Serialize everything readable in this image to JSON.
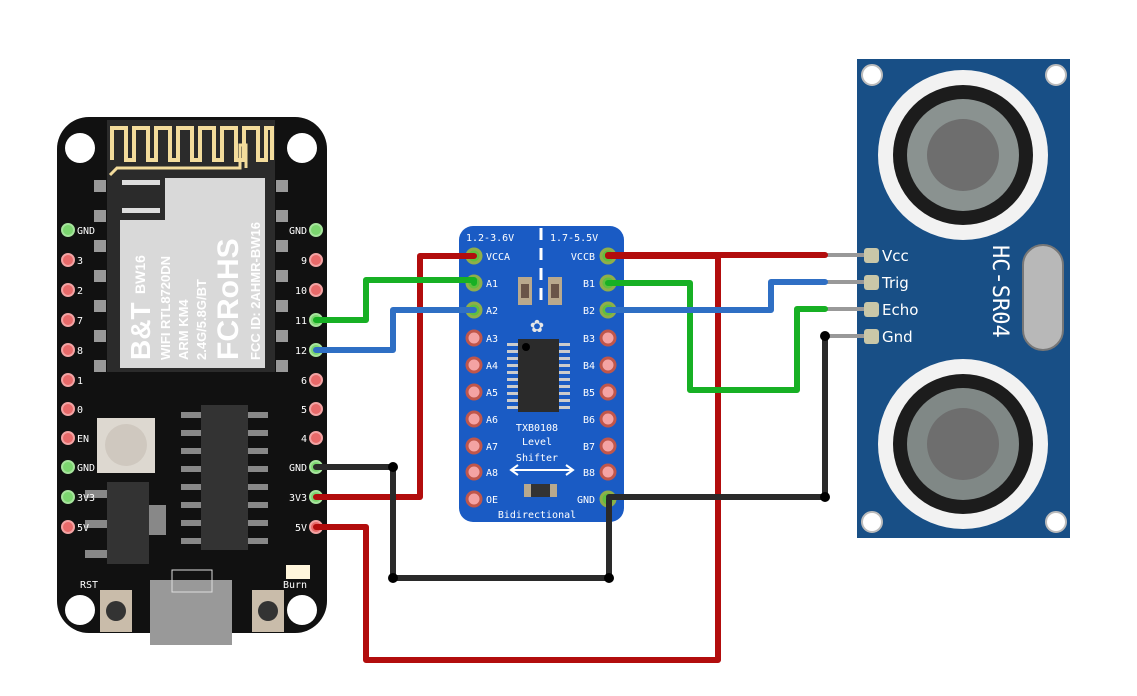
{
  "board": {
    "brand": "B&T",
    "model": "BW16",
    "line1": "WIFI RTL8720DN",
    "line2": "ARM KM4",
    "line3": "2.4G/5.8G/BT",
    "cert": "FCRoHS",
    "fcc": "FCC ID: 2AHMR-BW16",
    "left_pins": [
      "GND",
      "3",
      "2",
      "7",
      "8",
      "1",
      "0",
      "EN",
      "GND",
      "3V3",
      "5V"
    ],
    "right_pins": [
      "GND",
      "9",
      "10",
      "11",
      "12",
      "6",
      "5",
      "4",
      "GND",
      "3V3",
      "5V"
    ],
    "button_left": "RST",
    "button_right": "Burn"
  },
  "shifter": {
    "voltage_a": "1.2-3.6V",
    "voltage_b": "1.7-5.5V",
    "left_pins": [
      "VCCA",
      "A1",
      "A2",
      "A3",
      "A4",
      "A5",
      "A6",
      "A7",
      "A8",
      "OE"
    ],
    "right_pins": [
      "VCCB",
      "B1",
      "B2",
      "B3",
      "B4",
      "B5",
      "B6",
      "B7",
      "B8",
      "GND"
    ],
    "chip": "TXB0108",
    "label1": "Level",
    "label2": "Shifter",
    "footer": "Bidirectional"
  },
  "sensor": {
    "name": "HC-SR04",
    "pins": [
      "Vcc",
      "Trig",
      "Echo",
      "Gnd"
    ]
  },
  "colors": {
    "wire_red": "#cc1010",
    "wire_green": "#17b024",
    "wire_blue": "#2f6fc4",
    "wire_black": "#222222",
    "board": "#111111",
    "shifter": "#1a5bc4",
    "sensor": "#184f86"
  }
}
